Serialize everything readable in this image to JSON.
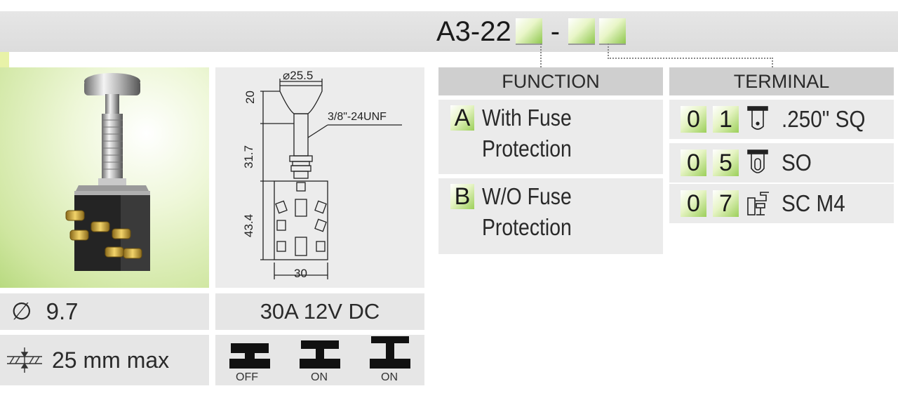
{
  "model": {
    "prefix": "A3-22",
    "dash": "-"
  },
  "sections": {
    "function": "FUNCTION",
    "terminal": "TERMINAL"
  },
  "functions": [
    {
      "code": "A",
      "line1": "With Fuse",
      "line2": "Protection"
    },
    {
      "code": "B",
      "line1": "W/O Fuse",
      "line2": "Protection"
    }
  ],
  "terminals": [
    {
      "d1": "0",
      "d2": "1",
      "icon": "quick-connect-terminal-icon",
      "label": ".250\" SQ"
    },
    {
      "d1": "0",
      "d2": "5",
      "icon": "solder-terminal-icon",
      "label": "SO"
    },
    {
      "d1": "0",
      "d2": "7",
      "icon": "screw-terminal-icon",
      "label": "SC M4"
    }
  ],
  "drawing": {
    "diameter": "⌀25.5",
    "dim_top": "20",
    "dim_shaft": "31.7",
    "dim_body": "43.4",
    "dim_width": "30",
    "thread": "3/8\"-24UNF"
  },
  "specs": {
    "diameter_symbol": "∅",
    "diameter": "9.7",
    "panel_thickness": "25 mm max",
    "rating": "30A 12V DC"
  },
  "positions": [
    "OFF",
    "ON",
    "ON"
  ],
  "colors": {
    "accent_green": "#9ccf5a",
    "header_gray": "#dcdcdc",
    "panel_gray": "#ebebeb"
  }
}
